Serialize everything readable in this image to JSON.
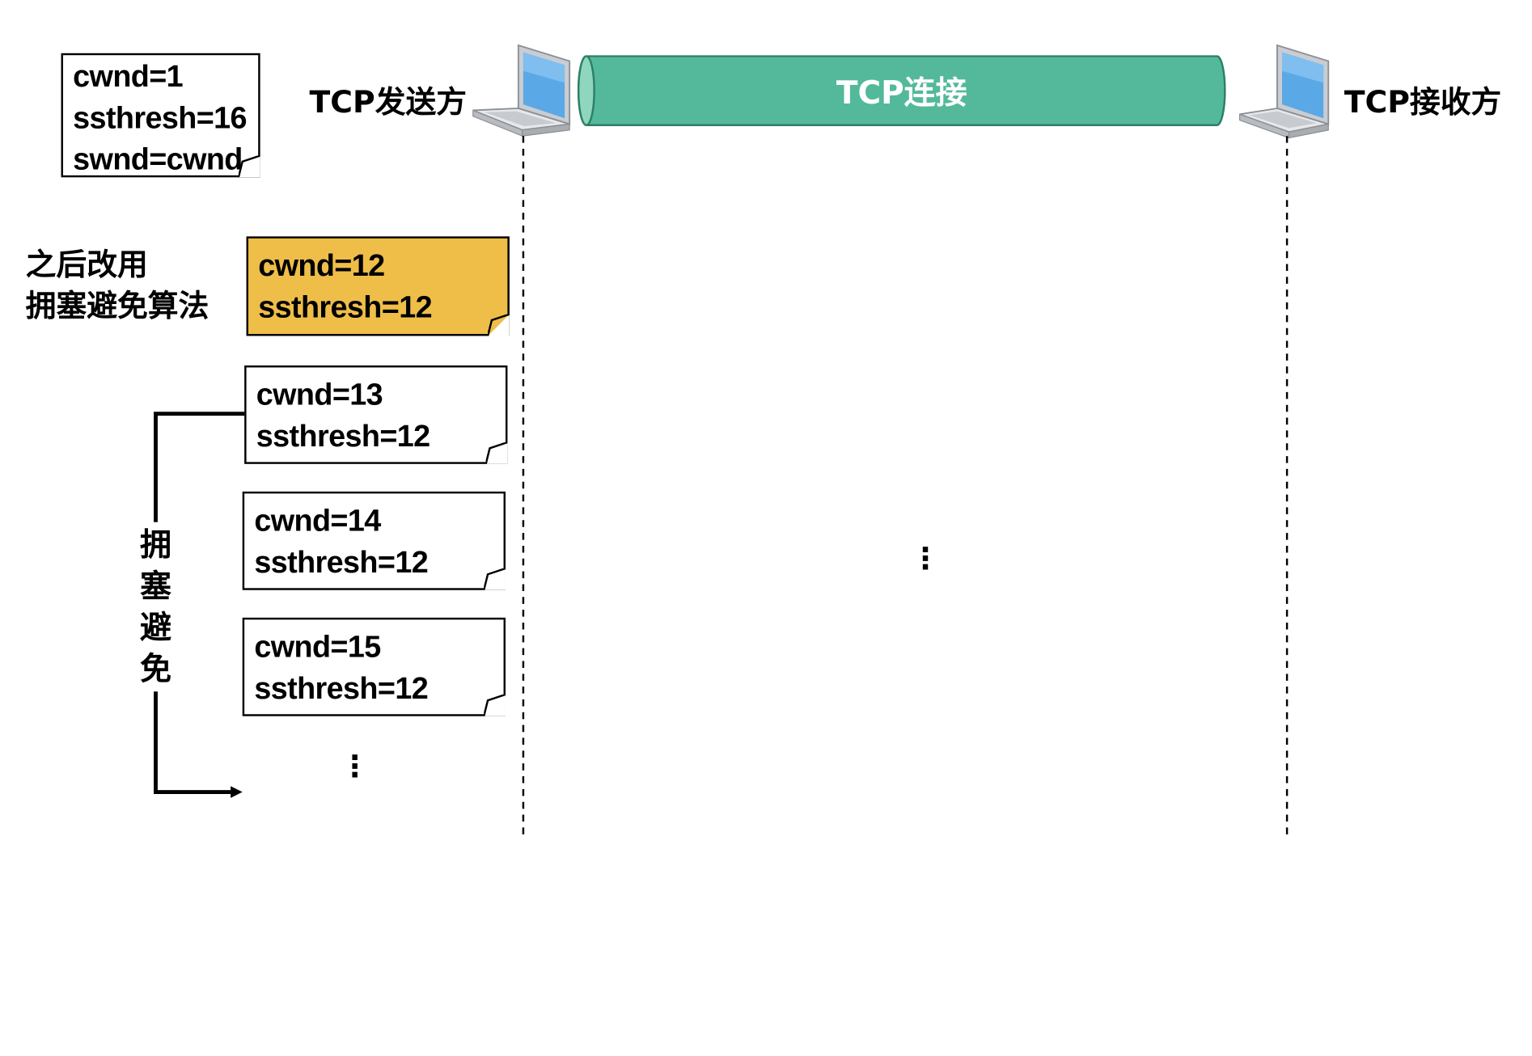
{
  "sender": {
    "label": "TCP发送方",
    "icon": "laptop-icon"
  },
  "receiver": {
    "label": "TCP接收方",
    "icon": "laptop-icon"
  },
  "connection": {
    "label": "TCP连接",
    "color": "#53b99a"
  },
  "initial_note": {
    "line1": "cwnd=1",
    "line2": "ssthresh=16",
    "line3": "swnd=cwnd"
  },
  "switch_label": {
    "line1": "之后改用",
    "line2": "拥塞避免算法"
  },
  "highlight_note": {
    "line1": "cwnd=12",
    "line2": "ssthresh=12",
    "color": "#eebe49"
  },
  "notes": [
    {
      "line1": "cwnd=13",
      "line2": "ssthresh=12"
    },
    {
      "line1": "cwnd=14",
      "line2": "ssthresh=12"
    },
    {
      "line1": "cwnd=15",
      "line2": "ssthresh=12"
    }
  ],
  "phase_label": [
    "拥",
    "塞",
    "避",
    "免"
  ],
  "ellipsis": "⋮"
}
